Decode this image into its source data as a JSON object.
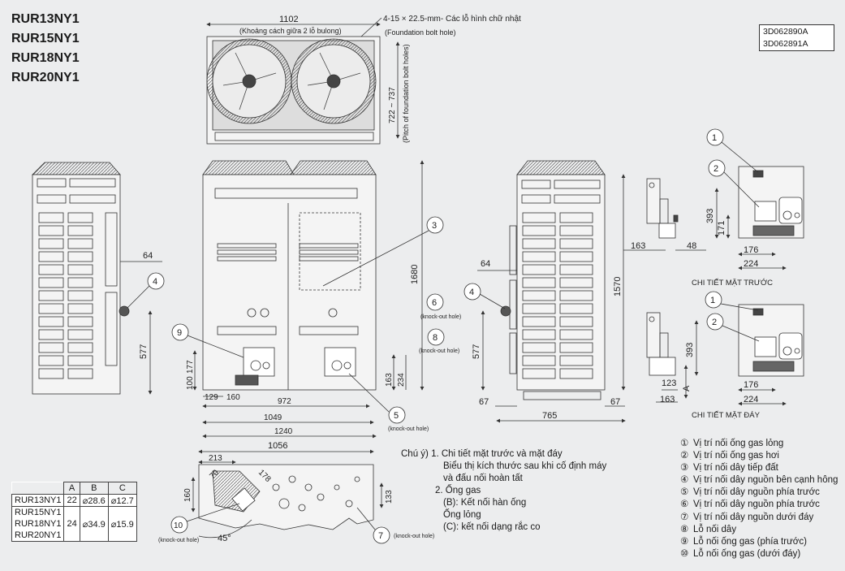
{
  "models": [
    "RUR13NY1",
    "RUR15NY1",
    "RUR18NY1",
    "RUR20NY1"
  ],
  "ref_codes": [
    "3D062890A",
    "3D062891A"
  ],
  "top_view": {
    "dim_width": "1102",
    "dim_width_note": "(Khoảng cách giữa 2 lỗ bulong)",
    "holes": "4-15 × 22.5-mm- Các lỗ hình chữ nhật",
    "holes_note": "(Foundation bolt hole)",
    "pitch": "722 ~ 737",
    "pitch_note": "(Pitch of foundation bolt holes)"
  },
  "side_left": {
    "d64": "64",
    "d577": "577",
    "d177": "177",
    "d100": "100"
  },
  "front": {
    "d129": "129",
    "d160": "160",
    "d972": "972",
    "d1049": "1049",
    "d1240": "1240",
    "d1680": "1680",
    "d163": "163",
    "d234": "234",
    "knock_out_6": "(knock-out hole)",
    "knock_out_8": "(knock-out hole)",
    "knock_out_5": "(knock-out hole)"
  },
  "side_right": {
    "d64": "64",
    "d577": "577",
    "d1570": "1570",
    "d67a": "67",
    "d67b": "67",
    "d765": "765"
  },
  "detail_front": {
    "d393": "393",
    "d171": "171",
    "d163": "163",
    "d48": "48",
    "d176": "176",
    "d224": "224",
    "caption": "CHI TIẾT MẶT TRƯỚC"
  },
  "detail_bottom": {
    "d393": "393",
    "d123": "123",
    "d163": "163",
    "label_a": "A",
    "d176": "176",
    "d224": "224",
    "caption": "CHI TIẾT MẶT ĐÁY"
  },
  "bottom_view": {
    "d1056": "1056",
    "d213": "213",
    "d70": "70",
    "d178": "178",
    "d160": "160",
    "d133": "133",
    "angle": "45°",
    "knock_out_10": "(knock-out hole)",
    "knock_out_7": "(knock-out hole)"
  },
  "markers": [
    "1",
    "2",
    "3",
    "4",
    "5",
    "6",
    "7",
    "8",
    "9",
    "10"
  ],
  "table": {
    "headers": [
      "A",
      "B",
      "C"
    ],
    "row1": {
      "models": "RUR13NY1",
      "a": "22",
      "b": "⌀28.6",
      "c": "⌀12.7"
    },
    "row2": {
      "models": [
        "RUR15NY1",
        "RUR18NY1",
        "RUR20NY1"
      ],
      "a": "24",
      "b": "⌀34.9",
      "c": "⌀15.9"
    }
  },
  "notes": [
    "Chú ý) 1. Chi tiết mặt trước và mặt đáy",
    "Biểu thị kích thước sau khi cố định máy",
    "và đấu nối hoàn tất",
    "2. Ống gas",
    "(B): Kết nối hàn ống",
    "Ống lỏng",
    "(C): kết nối dạng rắc co"
  ],
  "legend": [
    {
      "num": "①",
      "text": "Vị trí nối ống gas lỏng"
    },
    {
      "num": "②",
      "text": "Vị trí nối ống gas hơi"
    },
    {
      "num": "③",
      "text": "Vị trí nối dây tiếp đất"
    },
    {
      "num": "④",
      "text": "Vị trí nối dây nguồn bên cạnh hông"
    },
    {
      "num": "⑤",
      "text": "Vị trí nối dây nguồn phía trước"
    },
    {
      "num": "⑥",
      "text": "Vị trí nối dây nguồn phía trước"
    },
    {
      "num": "⑦",
      "text": "Vị trí nối dây nguồn dưới đáy"
    },
    {
      "num": "⑧",
      "text": "Lỗ nối dây"
    },
    {
      "num": "⑨",
      "text": "Lỗ nối ống gas (phía trước)"
    },
    {
      "num": "⑩",
      "text": "Lỗ nối ống gas (dưới đáy)"
    }
  ]
}
